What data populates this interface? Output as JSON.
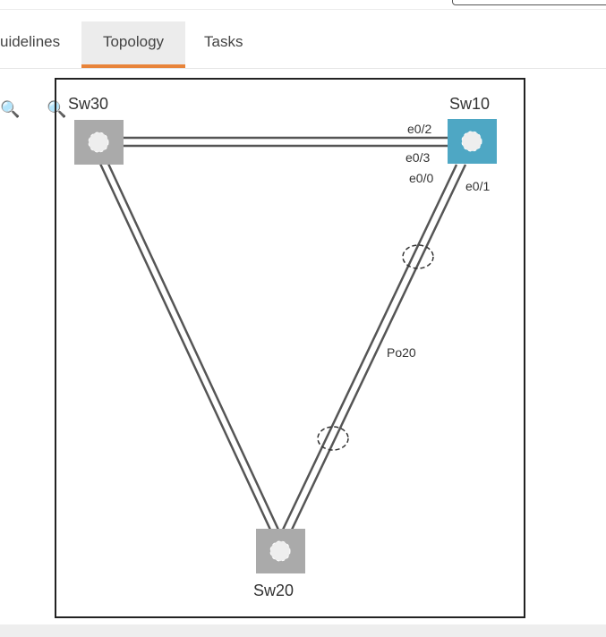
{
  "tabs": [
    {
      "label": "uidelines"
    },
    {
      "label": "Topology",
      "active": true
    },
    {
      "label": "Tasks"
    }
  ],
  "toolbar": {
    "zoom_in": "zoom-in-icon",
    "zoom_out": "zoom-out-icon"
  },
  "topology": {
    "switches": [
      {
        "name": "Sw30",
        "color": "#a9a9a9"
      },
      {
        "name": "Sw10",
        "color": "#4ea7c4"
      },
      {
        "name": "Sw20",
        "color": "#a9a9a9"
      }
    ],
    "ports": {
      "p1": "e0/2",
      "p2": "e0/3",
      "p3": "e0/0",
      "p4": "e0/1"
    },
    "portchannel": "Po20"
  }
}
